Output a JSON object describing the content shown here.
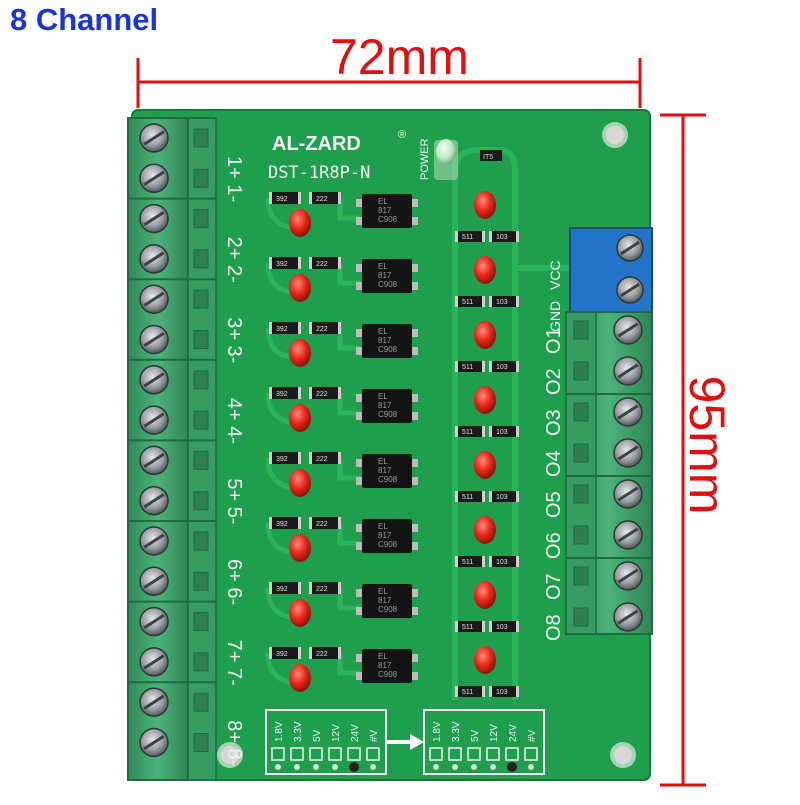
{
  "caption": "8 Channel",
  "dimensions": {
    "width": "72mm",
    "height": "95mm"
  },
  "board": {
    "brand": "AL-ZARD",
    "registered": "®",
    "model": "DST-1R8P-N",
    "power_label": "POWER",
    "vcc_label": "VCC",
    "gnd_label": "GND",
    "input_labels": [
      "1+",
      "1-",
      "2+",
      "2-",
      "3+",
      "3-",
      "4+",
      "4-",
      "5+",
      "5-",
      "6+",
      "6-",
      "7+",
      "7-",
      "8+",
      "8-"
    ],
    "output_labels": [
      "O1",
      "O2",
      "O3",
      "O4",
      "O5",
      "O6",
      "O7",
      "O8"
    ],
    "optocoupler_marking": [
      "EL",
      "817",
      "C908"
    ],
    "resistor_codes": {
      "input_a": "392",
      "input_b": "222",
      "output_a": "511",
      "output_b": "103",
      "top": "IT5"
    },
    "voltage_options": [
      "1.8V",
      "3.3V",
      "5V",
      "12V",
      "24V",
      "#V"
    ]
  },
  "colors": {
    "pcb": "#1f9e4d",
    "terminal": "#3fa86d",
    "terminal_blue": "#2373c9",
    "led": "#e8261b",
    "dimension": "#e01010",
    "title": "#1a35d6"
  }
}
